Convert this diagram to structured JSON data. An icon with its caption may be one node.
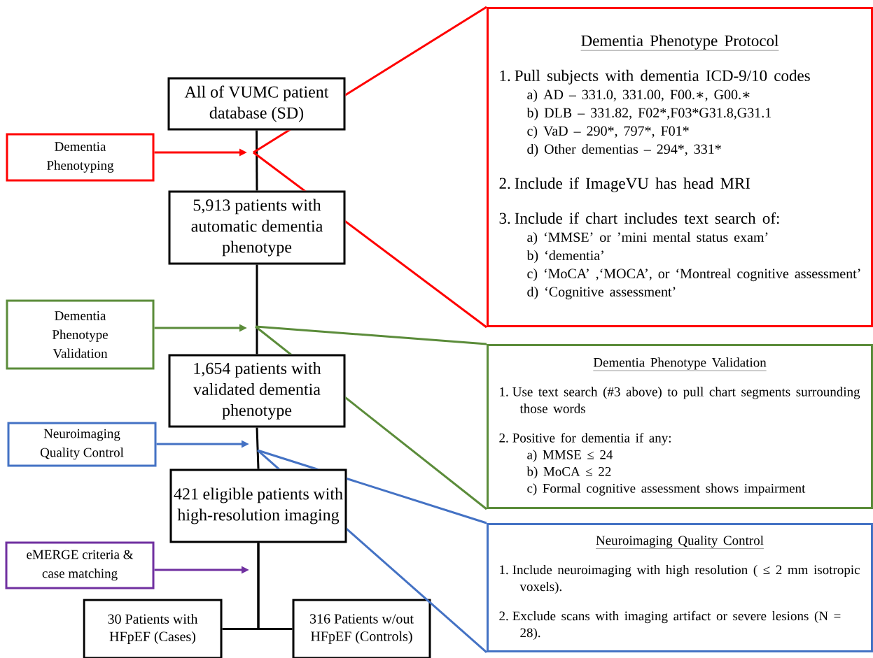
{
  "diagram": {
    "nodes": [
      {
        "text": [
          "All of VUMC patient database (SD)"
        ]
      },
      {
        "text": [
          "Dementia Phenotyping"
        ]
      },
      {
        "text": [
          "5,913 patients with automatic dementia phenotype"
        ]
      },
      {
        "text": [
          "Dementia Phenotype Validation"
        ]
      },
      {
        "text": [
          "1,654 patients with validated dementia phenotype"
        ]
      },
      {
        "text": [
          "Neuroimaging Quality Control"
        ]
      },
      {
        "text": [
          "421 eligible patients with high-resolution imaging"
        ]
      },
      {
        "text": [
          "eMERGE criteria & case matching"
        ]
      },
      {
        "text": [
          "30 Patients with HFpEF (Cases)"
        ]
      },
      {
        "text": [
          "316 Patients w/out HFpEF (Controls)"
        ]
      },
      {
        "text": [
          "Dementia Phenotype Protocol",
          "1. Pull subjects with dementia ICD-9/10 codes",
          "a) AD – 331.0, 331.00, F00.∗, G00.∗",
          "b) DLB – 331.82, F02*,F03*G31.8,G31.1",
          "c) VaD – 290*, 797*, F01*",
          "d) Other dementias – 294*, 331*",
          "2. Include if ImageVU has head MRI",
          "3. Include if chart includes text search of:",
          "a) ‘MMSE’ or ’mini mental status exam’",
          "b) ‘dementia’",
          "c) ‘MoCA’ ,‘MOCA’, or ‘Montreal cognitive assessment’",
          "d) ‘Cognitive assessment’"
        ]
      },
      {
        "text": [
          "Dementia Phenotype Validation",
          "1. Use text search (#3 above) to pull chart segments surrounding those words",
          "2. Positive for dementia if any:",
          "a) MMSE ≤ 24",
          "b) MoCA ≤ 22",
          "c) Formal cognitive assessment shows impairment"
        ]
      },
      {
        "text": [
          "Neuroimaging Quality Control",
          "1. Include neuroimaging with high resolution ( ≤ 2 mm isotropic voxels).",
          "2. Exclude scans with imaging artifact or severe lesions (N = 28)."
        ]
      }
    ],
    "edges": [
      {
        "from": 0,
        "to": 2,
        "arrow": "none"
      },
      {
        "from": 2,
        "to": 4,
        "arrow": "none"
      },
      {
        "from": 4,
        "to": 6,
        "arrow": "none"
      },
      {
        "from": 6,
        "to": 8,
        "arrow": "none"
      },
      {
        "from": 6,
        "to": 9,
        "arrow": "none"
      },
      {
        "from": 1,
        "to": null,
        "arrow": "to",
        "color": "#ff0000"
      },
      {
        "from": 3,
        "to": null,
        "arrow": "to",
        "color": "#5b8c3a"
      },
      {
        "from": 5,
        "to": null,
        "arrow": "to",
        "color": "#4472c4"
      },
      {
        "from": 7,
        "to": null,
        "arrow": "to",
        "color": "#7030a0"
      },
      {
        "from": null,
        "to": 10,
        "arrow": "none",
        "color": "#ff0000"
      },
      {
        "from": null,
        "to": 10,
        "arrow": "none",
        "color": "#ff0000"
      },
      {
        "from": null,
        "to": 11,
        "arrow": "none",
        "color": "#5b8c3a"
      },
      {
        "from": null,
        "to": 11,
        "arrow": "none",
        "color": "#5b8c3a"
      },
      {
        "from": null,
        "to": 12,
        "arrow": "none",
        "color": "#4472c4"
      },
      {
        "from": null,
        "to": 12,
        "arrow": "none",
        "color": "#4472c4"
      }
    ]
  }
}
